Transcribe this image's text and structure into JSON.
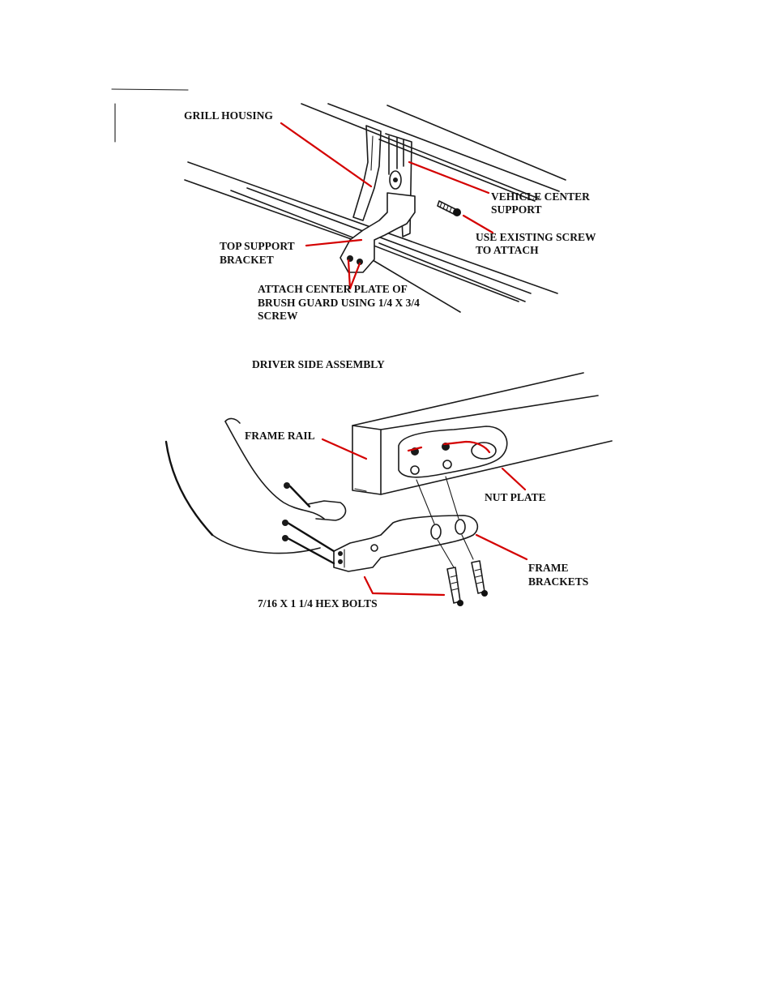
{
  "colors": {
    "leader": "#d40000",
    "ink": "#1a1a1a",
    "background": "#ffffff"
  },
  "top_diagram": {
    "labels": {
      "grill_housing": "GRILL HOUSING",
      "vehicle_center_support_l1": "VEHICLE CENTER",
      "vehicle_center_support_l2": "SUPPORT",
      "use_existing_screw_l1": "USE EXISTING SCREW",
      "use_existing_screw_l2": "TO ATTACH",
      "top_support_bracket_l1": "TOP SUPPORT",
      "top_support_bracket_l2": "BRACKET",
      "attach_center_plate_l1": "ATTACH CENTER PLATE OF",
      "attach_center_plate_l2": "BRUSH GUARD USING 1/4 X 3/4",
      "attach_center_plate_l3": "SCREW"
    }
  },
  "bottom_diagram": {
    "title": "DRIVER SIDE ASSEMBLY",
    "labels": {
      "frame_rail": "FRAME RAIL",
      "nut_plate": "NUT PLATE",
      "frame_brackets_l1": "FRAME",
      "frame_brackets_l2": "BRACKETS",
      "hex_bolts": "7/16 X 1 1/4 HEX BOLTS"
    }
  }
}
